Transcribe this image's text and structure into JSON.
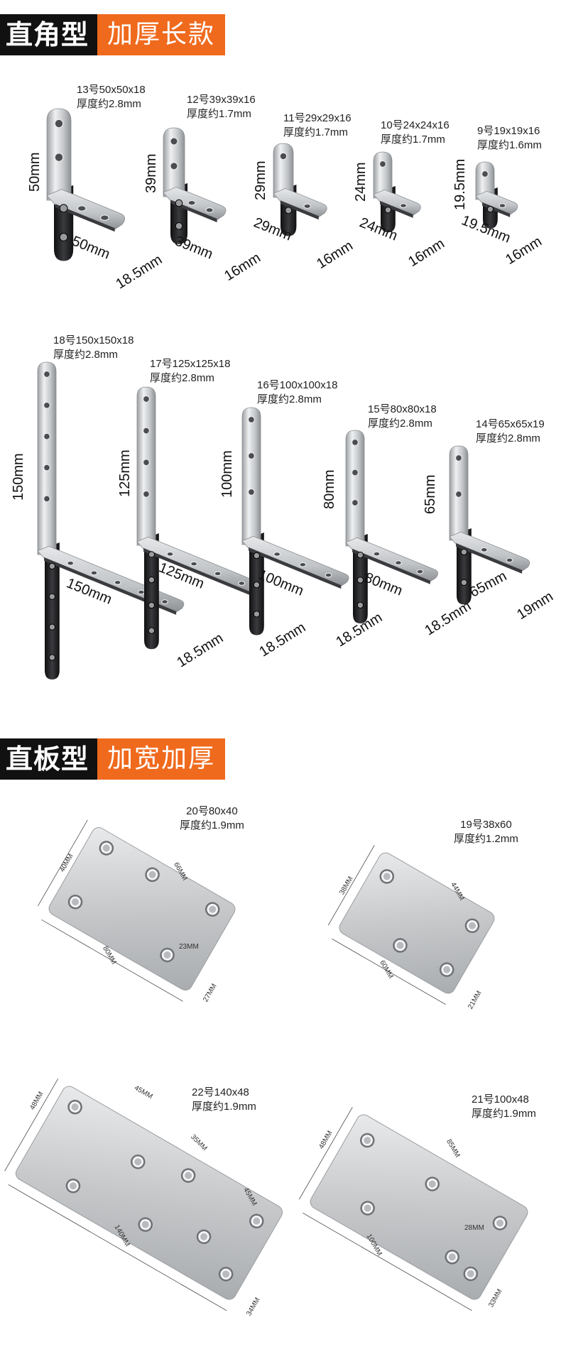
{
  "sections": [
    {
      "title_black": "直角型",
      "title_orange": "加厚长款"
    },
    {
      "title_black": "直板型",
      "title_orange": "加宽加厚"
    }
  ],
  "small_brackets": [
    {
      "model": "13号50x50x18",
      "thickness": "厚度约2.8mm",
      "h": "50mm",
      "w": "50mm",
      "d": "18.5mm"
    },
    {
      "model": "12号39x39x16",
      "thickness": "厚度约1.7mm",
      "h": "39mm",
      "w": "39mm",
      "d": "16mm"
    },
    {
      "model": "11号29x29x16",
      "thickness": "厚度约1.7mm",
      "h": "29mm",
      "w": "29mm",
      "d": "16mm"
    },
    {
      "model": "10号24x24x16",
      "thickness": "厚度约1.7mm",
      "h": "24mm",
      "w": "24mm",
      "d": "16mm"
    },
    {
      "model": "9号19x19x16",
      "thickness": "厚度约1.6mm",
      "h": "19.5mm",
      "w": "19.5mm",
      "d": "16mm"
    }
  ],
  "long_brackets": [
    {
      "model": "18号150x150x18",
      "thickness": "厚度约2.8mm",
      "h": "150mm",
      "w": "150mm",
      "d": "18.5mm"
    },
    {
      "model": "17号125x125x18",
      "thickness": "厚度约2.8mm",
      "h": "125mm",
      "w": "125mm",
      "d": "18.5mm"
    },
    {
      "model": "16号100x100x18",
      "thickness": "厚度约2.8mm",
      "h": "100mm",
      "w": "100mm",
      "d": "18.5mm"
    },
    {
      "model": "15号80x80x18",
      "thickness": "厚度约2.8mm",
      "h": "80mm",
      "w": "80mm",
      "d": "18.5mm"
    },
    {
      "model": "14号65x65x19",
      "thickness": "厚度约2.8mm",
      "h": "65mm",
      "w": "65mm",
      "d": "19mm"
    }
  ],
  "plates": [
    {
      "model": "20号80x40",
      "thickness": "厚度约1.9mm",
      "dims": [
        "40MM",
        "66MM",
        "80MM",
        "23MM",
        "27MM"
      ]
    },
    {
      "model": "19号38x60",
      "thickness": "厚度约1.2mm",
      "dims": [
        "38MM",
        "44MM",
        "60MM",
        "21MM"
      ]
    },
    {
      "model": "22号140x48",
      "thickness": "厚度约1.9mm",
      "dims": [
        "48MM",
        "45MM",
        "35MM",
        "45MM",
        "140MM",
        "34MM"
      ]
    },
    {
      "model": "21号100x48",
      "thickness": "厚度约1.9mm",
      "dims": [
        "48MM",
        "85MM",
        "100MM",
        "28MM",
        "33MM"
      ]
    }
  ],
  "colors": {
    "banner_black": "#111111",
    "banner_orange": "#f06a1d",
    "steel": "#c9cbcd",
    "black_steel": "#1b1b1d"
  }
}
